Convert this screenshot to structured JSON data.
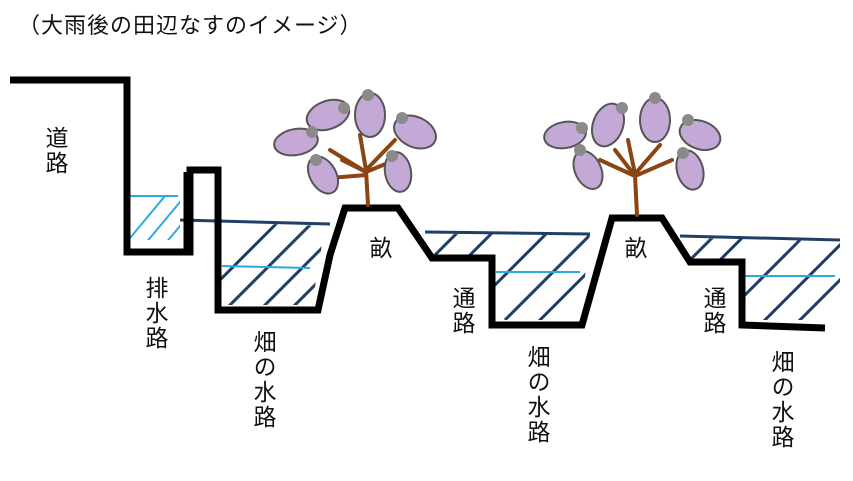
{
  "title": "（大雨後の田辺なすのイメージ）",
  "labels": {
    "road": "道路",
    "drain": "排水路",
    "ridge1": "畝",
    "ridge2": "畝",
    "path1": "通路",
    "path2": "通路",
    "field_water1": "畑の水路",
    "field_water2": "畑の水路",
    "field_water3": "畑の水路"
  },
  "colors": {
    "ground": "#000000",
    "water_dark": "#1f3f66",
    "water_light": "#29aae1",
    "eggplant": "#c4a9d6",
    "eggplant_outline": "#555555",
    "calyx": "#8a8a8a",
    "stem": "#8b4513"
  },
  "icons": [
    "eggplant-plant-icon"
  ]
}
